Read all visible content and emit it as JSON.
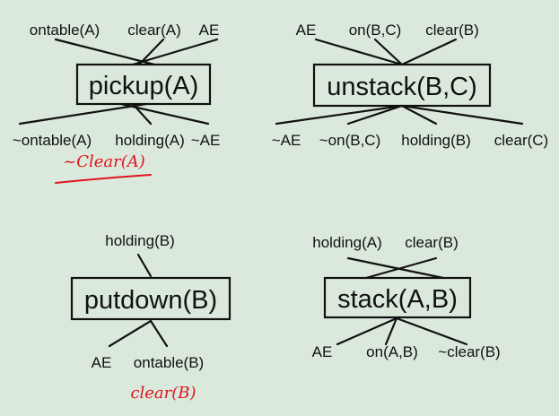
{
  "background_color": "#dbe9dc",
  "ink_color": "#111111",
  "annotation_color": "#e0141e",
  "operators": {
    "pickup": {
      "name": "pickup(A)",
      "preconditions": [
        "ontable(A)",
        "clear(A)",
        "AE"
      ],
      "effects": [
        "~ontable(A)",
        "holding(A)",
        "~AE"
      ],
      "handwritten_note": "~Clear(A)"
    },
    "unstack": {
      "name": "unstack(B,C)",
      "preconditions": [
        "AE",
        "on(B,C)",
        "clear(B)"
      ],
      "effects": [
        "~AE",
        "~on(B,C)",
        "holding(B)",
        "clear(C)"
      ]
    },
    "putdown": {
      "name": "putdown(B)",
      "preconditions": [
        "holding(B)"
      ],
      "effects": [
        "AE",
        "ontable(B)"
      ],
      "handwritten_note": "clear(B)"
    },
    "stack": {
      "name": "stack(A,B)",
      "preconditions": [
        "holding(A)",
        "clear(B)"
      ],
      "effects": [
        "AE",
        "on(A,B)",
        "~clear(B)"
      ]
    }
  }
}
